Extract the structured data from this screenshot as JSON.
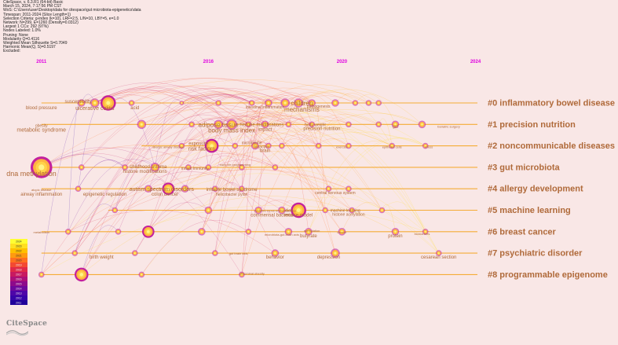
{
  "info": {
    "lines": [
      "CiteSpace, v. 6.3.R1 (64-bit) Basic",
      "March 15, 2024, 7:17:56 PM CST",
      "WoS: C:\\Users\\user\\Desktop\\data for citespace\\gut microbiota-epigenetics\\data",
      "Timespan: 2011-2024 (Slice Length=1)",
      "Selection Criteria: g-index (k=10), LRF=2.5, L/N=10, LBY=5, e=1.0",
      "Network: N=299, E=1260 (Density=0.0312)",
      "Largest 1 CCs: 292 (97%)",
      "Nodes Labeled: 1.0%",
      "Pruning: None",
      "Modularity Q=0.4116",
      "Weighted Mean Silhouette S=0.7049",
      "Harmonic Mean(Q, S)=0.5197",
      "Excluded:"
    ]
  },
  "chart_data": {
    "type": "timeline",
    "x_ticks": [
      "2011",
      "2016",
      "2020",
      "2024"
    ],
    "tick_color": "#e000e0",
    "clusters": [
      {
        "id": 0,
        "label": "#0 inflammatory bowel disease",
        "start": 2011,
        "color": "#f5a623",
        "keywords": [
          {
            "text": "blood pressure",
            "year": 2011.0,
            "dy": 14,
            "size": 6
          },
          {
            "text": "susceptibility",
            "year": 2012.1,
            "dy": 6,
            "size": 6
          },
          {
            "text": "ulcerative colitis",
            "year": 2012.6,
            "dy": 15,
            "size": 7
          },
          {
            "text": "acid",
            "year": 2013.8,
            "dy": 14,
            "size": 6
          },
          {
            "text": "intestinal inflammation",
            "year": 2017.7,
            "dy": 13,
            "size": 5
          },
          {
            "text": "children",
            "year": 2018.8,
            "dy": 9,
            "size": 8
          },
          {
            "text": "mechanisms",
            "year": 2018.8,
            "dy": 17,
            "size": 8
          },
          {
            "text": "pathogenesis",
            "year": 2019.3,
            "dy": 12,
            "size": 5
          }
        ],
        "nodes": [
          {
            "year": 2012.2,
            "size": 4
          },
          {
            "year": 2012.6,
            "size": 5
          },
          {
            "year": 2013.0,
            "size": 9
          },
          {
            "year": 2013.7,
            "size": 3
          },
          {
            "year": 2015.2,
            "size": 2
          },
          {
            "year": 2016.3,
            "size": 3
          },
          {
            "year": 2017.3,
            "size": 3
          },
          {
            "year": 2017.8,
            "size": 4
          },
          {
            "year": 2018.3,
            "size": 5
          },
          {
            "year": 2018.7,
            "size": 5
          },
          {
            "year": 2019.1,
            "size": 4
          },
          {
            "year": 2019.8,
            "size": 4
          },
          {
            "year": 2020.4,
            "size": 3
          },
          {
            "year": 2020.8,
            "size": 3
          },
          {
            "year": 2021.1,
            "size": 3
          }
        ]
      },
      {
        "id": 1,
        "label": "#1 precision nutrition",
        "start": 2011,
        "color": "#f5a623",
        "keywords": [
          {
            "text": "obesity",
            "year": 2011.0,
            "dy": 9,
            "size": 5
          },
          {
            "text": "metabolic syndrome",
            "year": 2011.0,
            "dy": 15,
            "size": 7
          },
          {
            "text": "adipose tissue",
            "year": 2016.3,
            "dy": 9,
            "size": 8
          },
          {
            "text": "body mass index",
            "year": 2016.7,
            "dy": 16,
            "size": 8
          },
          {
            "text": "histone modifications",
            "year": 2017.6,
            "dy": 8,
            "size": 6
          },
          {
            "text": "impact",
            "year": 2017.7,
            "dy": 14,
            "size": 6
          },
          {
            "text": "body weight",
            "year": 2019.2,
            "dy": 8,
            "size": 5
          },
          {
            "text": "precision nutrition",
            "year": 2019.4,
            "dy": 13,
            "size": 6
          },
          {
            "text": "gut",
            "year": 2021.6,
            "dy": 10,
            "size": 5
          },
          {
            "text": "bariatric surgery",
            "year": 2023.2,
            "dy": 10,
            "size": 4
          }
        ],
        "nodes": [
          {
            "year": 2014.0,
            "size": 5
          },
          {
            "year": 2015.5,
            "size": 3
          },
          {
            "year": 2016.3,
            "size": 5
          },
          {
            "year": 2016.7,
            "size": 6
          },
          {
            "year": 2017.2,
            "size": 3
          },
          {
            "year": 2017.7,
            "size": 4
          },
          {
            "year": 2018.4,
            "size": 3
          },
          {
            "year": 2019.1,
            "size": 3
          },
          {
            "year": 2020.2,
            "size": 3
          },
          {
            "year": 2021.1,
            "size": 3
          },
          {
            "year": 2021.6,
            "size": 4
          },
          {
            "year": 2022.4,
            "size": 4
          }
        ]
      },
      {
        "id": 2,
        "label": "#2 noncommunicable diseases",
        "start": 2014,
        "color": "#f5a623",
        "keywords": [
          {
            "text": "allergic airway disease",
            "year": 2014.8,
            "dy": 9,
            "size": 4
          },
          {
            "text": "exposure",
            "year": 2015.7,
            "dy": 5,
            "size": 6
          },
          {
            "text": "risk factors",
            "year": 2015.8,
            "dy": 12,
            "size": 7
          },
          {
            "text": "microbiome",
            "year": 2017.3,
            "dy": 4,
            "size": 5
          },
          {
            "text": "bioactive",
            "year": 2017.6,
            "dy": 9,
            "size": 5
          },
          {
            "text": "brain",
            "year": 2017.7,
            "dy": 14,
            "size": 6
          },
          {
            "text": "exercise",
            "year": 2020.0,
            "dy": 9,
            "size": 4
          },
          {
            "text": "epithelial cells",
            "year": 2021.5,
            "dy": 9,
            "size": 4
          },
          {
            "text": "stress",
            "year": 2022.6,
            "dy": 9,
            "size": 4
          }
        ],
        "nodes": [
          {
            "year": 2015.2,
            "size": 3
          },
          {
            "year": 2016.1,
            "size": 8
          },
          {
            "year": 2016.8,
            "size": 3
          },
          {
            "year": 2017.4,
            "size": 4
          },
          {
            "year": 2017.8,
            "size": 3
          },
          {
            "year": 2018.2,
            "size": 3
          },
          {
            "year": 2019.3,
            "size": 3
          },
          {
            "year": 2020.2,
            "size": 3
          },
          {
            "year": 2021.5,
            "size": 3
          },
          {
            "year": 2022.5,
            "size": 3
          }
        ]
      },
      {
        "id": 3,
        "label": "#3 gut microbiota",
        "start": 2011,
        "color": "#f5a623",
        "keywords": [
          {
            "text": "dna methylation",
            "year": 2010.7,
            "dy": 17,
            "size": 9
          },
          {
            "text": "childhood asthma",
            "year": 2014.2,
            "dy": 7,
            "size": 6
          },
          {
            "text": "histone modifications",
            "year": 2014.1,
            "dy": 13,
            "size": 6
          },
          {
            "text": "innate immunity",
            "year": 2015.6,
            "dy": 9,
            "size": 5
          },
          {
            "text": "early life programming",
            "year": 2016.8,
            "dy": 4,
            "size": 4
          }
        ],
        "nodes": [
          {
            "year": 2011.0,
            "size": 13
          },
          {
            "year": 2012.2,
            "size": 3
          },
          {
            "year": 2013.5,
            "size": 3
          },
          {
            "year": 2014.4,
            "size": 5
          },
          {
            "year": 2015.4,
            "size": 3
          },
          {
            "year": 2016.0,
            "size": 3
          },
          {
            "year": 2017.0,
            "size": 3
          },
          {
            "year": 2018.0,
            "size": 3
          }
        ]
      },
      {
        "id": 4,
        "label": "#4 allergy development",
        "start": 2011,
        "color": "#f5a623",
        "keywords": [
          {
            "text": "atopic disease",
            "year": 2011.0,
            "dy": 9,
            "size": 4
          },
          {
            "text": "airway inflammation",
            "year": 2011.0,
            "dy": 15,
            "size": 6
          },
          {
            "text": "epigenetic regulation",
            "year": 2012.9,
            "dy": 15,
            "size": 6
          },
          {
            "text": "autism spectrum disorders",
            "year": 2014.6,
            "dy": 9,
            "size": 7
          },
          {
            "text": "colon cancer",
            "year": 2014.7,
            "dy": 15,
            "size": 6
          },
          {
            "text": "irritable bowel syndrome",
            "year": 2016.7,
            "dy": 9,
            "size": 6
          },
          {
            "text": "helicobacter pylori",
            "year": 2016.7,
            "dy": 15,
            "size": 5
          },
          {
            "text": "central nervous system",
            "year": 2019.8,
            "dy": 13,
            "size": 5
          }
        ],
        "nodes": [
          {
            "year": 2012.1,
            "size": 3
          },
          {
            "year": 2014.2,
            "size": 4
          },
          {
            "year": 2014.8,
            "size": 7
          },
          {
            "year": 2015.3,
            "size": 4
          },
          {
            "year": 2016.2,
            "size": 3
          },
          {
            "year": 2017.0,
            "size": 3
          },
          {
            "year": 2019.6,
            "size": 3
          },
          {
            "year": 2020.2,
            "size": 3
          }
        ]
      },
      {
        "id": 5,
        "label": "#5 machine learning",
        "start": 2013,
        "color": "#f5a623",
        "keywords": [
          {
            "text": "systemic lupus erythematosus",
            "year": 2018.0,
            "dy": 8,
            "size": 4
          },
          {
            "text": "commensal bacteria",
            "year": 2017.9,
            "dy": 14,
            "size": 6
          },
          {
            "text": "diet",
            "year": 2018.4,
            "dy": 8,
            "size": 5
          },
          {
            "text": "mouse model",
            "year": 2018.7,
            "dy": 14,
            "size": 6
          },
          {
            "text": "machine learning",
            "year": 2020.1,
            "dy": 8,
            "size": 5
          },
          {
            "text": "histone acetylation",
            "year": 2020.2,
            "dy": 13,
            "size": 5
          }
        ],
        "nodes": [
          {
            "year": 2013.2,
            "size": 3
          },
          {
            "year": 2016.0,
            "size": 4
          },
          {
            "year": 2017.5,
            "size": 4
          },
          {
            "year": 2018.2,
            "size": 4
          },
          {
            "year": 2018.7,
            "size": 9
          },
          {
            "year": 2019.5,
            "size": 3
          },
          {
            "year": 2020.3,
            "size": 3
          },
          {
            "year": 2021.2,
            "size": 3
          }
        ]
      },
      {
        "id": 6,
        "label": "#6 breast cancer",
        "start": 2011,
        "color": "#f5a623",
        "keywords": [
          {
            "text": "metabolism",
            "year": 2011.0,
            "dy": 8,
            "size": 4
          },
          {
            "text": "methylation",
            "year": 2019.1,
            "dy": 6,
            "size": 4
          },
          {
            "text": "microbiota-gut-brain axis",
            "year": 2018.2,
            "dy": 11,
            "size": 4
          },
          {
            "text": "butyrate",
            "year": 2019.0,
            "dy": 13,
            "size": 6
          },
          {
            "text": "cancer",
            "year": 2020.0,
            "dy": 8,
            "size": 4
          },
          {
            "text": "protein",
            "year": 2021.6,
            "dy": 13,
            "size": 6
          },
          {
            "text": "biomarkers",
            "year": 2022.4,
            "dy": 10,
            "size": 4
          }
        ],
        "nodes": [
          {
            "year": 2011.8,
            "size": 3
          },
          {
            "year": 2013.3,
            "size": 3
          },
          {
            "year": 2014.2,
            "size": 7
          },
          {
            "year": 2015.8,
            "size": 4
          },
          {
            "year": 2017.2,
            "size": 3
          },
          {
            "year": 2018.4,
            "size": 4
          },
          {
            "year": 2019.0,
            "size": 4
          },
          {
            "year": 2020.0,
            "size": 4
          },
          {
            "year": 2021.6,
            "size": 4
          },
          {
            "year": 2022.5,
            "size": 3
          }
        ]
      },
      {
        "id": 7,
        "label": "#7 psychiatric disorder",
        "start": 2011,
        "color": "#f5a623",
        "keywords": [
          {
            "text": "birth weight",
            "year": 2012.8,
            "dy": 13,
            "size": 6
          },
          {
            "text": "gut brain axis",
            "year": 2016.9,
            "dy": 8,
            "size": 4
          },
          {
            "text": "behavior",
            "year": 2018.0,
            "dy": 13,
            "size": 6
          },
          {
            "text": "depression",
            "year": 2019.6,
            "dy": 13,
            "size": 6
          },
          {
            "text": "cesarean section",
            "year": 2022.9,
            "dy": 13,
            "size": 6
          }
        ],
        "nodes": [
          {
            "year": 2012.0,
            "size": 3
          },
          {
            "year": 2013.8,
            "size": 3
          },
          {
            "year": 2016.2,
            "size": 3
          },
          {
            "year": 2018.0,
            "size": 4
          },
          {
            "year": 2019.8,
            "size": 5
          },
          {
            "year": 2022.9,
            "size": 3
          }
        ]
      },
      {
        "id": 8,
        "label": "#8 programmable epigenome",
        "start": 2011,
        "color": "#f5a623",
        "keywords": [
          {
            "text": "abdominal obesity",
            "year": 2017.3,
            "dy": 6,
            "size": 4
          }
        ],
        "nodes": [
          {
            "year": 2011.0,
            "size": 3
          },
          {
            "year": 2012.2,
            "size": 8
          },
          {
            "year": 2014.0,
            "size": 3
          },
          {
            "year": 2017.0,
            "size": 3
          }
        ]
      }
    ],
    "legend": {
      "years": [
        "2024",
        "2023",
        "2022",
        "2021",
        "2020",
        "2019",
        "2018",
        "2017",
        "2016",
        "2015",
        "2014",
        "2013",
        "2012",
        "2011"
      ],
      "colors": [
        "#ffff33",
        "#ffe020",
        "#ffc000",
        "#ff9a10",
        "#ff7020",
        "#f34a32",
        "#e02a48",
        "#c81a60",
        "#ad1078",
        "#8e0a8a",
        "#6e089c",
        "#4e06a8",
        "#3804a8",
        "#20029a"
      ]
    }
  },
  "logo": "CiteSpace"
}
